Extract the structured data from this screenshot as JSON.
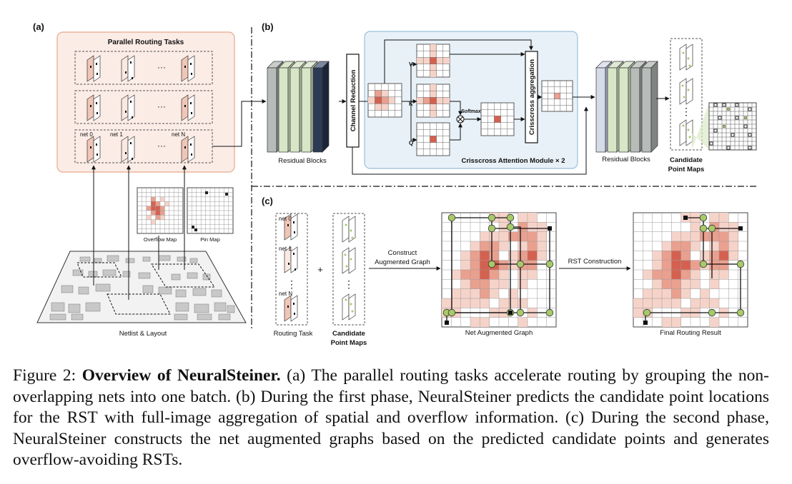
{
  "panels": {
    "a": {
      "label": "(a)",
      "box_title": "Parallel Routing Tasks",
      "net_labels": [
        "net 0",
        "net 1",
        "net N"
      ],
      "ellipsis": "···",
      "overflow_map": "Overflow Map",
      "pin_map": "Pin Map",
      "layout_label": "Netlist & Layout"
    },
    "b": {
      "label": "(b)",
      "channel_reduction": "Channel Reduction",
      "residual_blocks_left": "Residual Blocks",
      "residual_blocks_right": "Residual Blocks",
      "v_label": "V",
      "k_label": "K",
      "q_label": "Q",
      "softmax": "Softmax",
      "crisscross_aggregation": "Crisscross aggregation",
      "attention_module": "Crisscross Attention Module × 2",
      "candidate_line1": "Candidate",
      "candidate_line2": "Point Maps",
      "vdots": "⋮"
    },
    "c": {
      "label": "(c)",
      "net_labels": [
        "net 0",
        "net 1",
        "net N"
      ],
      "plus": "+",
      "routing_task": "Routing Task",
      "candidate_line1": "Candidate",
      "candidate_line2": "Point Maps",
      "construct_line1": "Construct",
      "construct_line2": "Augmented Graph",
      "net_augmented_graph": "Net Augmented Graph",
      "rst_construction": "RST Construction",
      "final_routing_result": "Final Routing Result",
      "vdots": "⋮"
    }
  },
  "caption": {
    "label": "Figure 2: ",
    "title": "Overview of NeuralSteiner.",
    "text": " (a) The parallel routing tasks accelerate routing by grouping the non-overlapping nets into one batch.  (b) During the first phase, NeuralSteiner predicts the candidate point locations for the RST with full-image aggregation of spatial and overflow information. (c) During the second phase, NeuralSteiner constructs the net augmented graphs based on the predicted candidate points and generates overflow-avoiding RSTs."
  },
  "colors": {
    "task_box_bg": "#fbece6",
    "task_box_border": "#e8a98f",
    "attention_bg": "#e8f1f8",
    "attention_border": "#9cc0dc",
    "heat_light": "#f6d3c9",
    "heat_mid": "#eaa08f",
    "heat_dark": "#d4614f",
    "candidate_point": "#a7c96a",
    "block_grey": "#b8bcb9",
    "block_green": "#d7e6c7",
    "block_dark": "#2c3a55"
  }
}
